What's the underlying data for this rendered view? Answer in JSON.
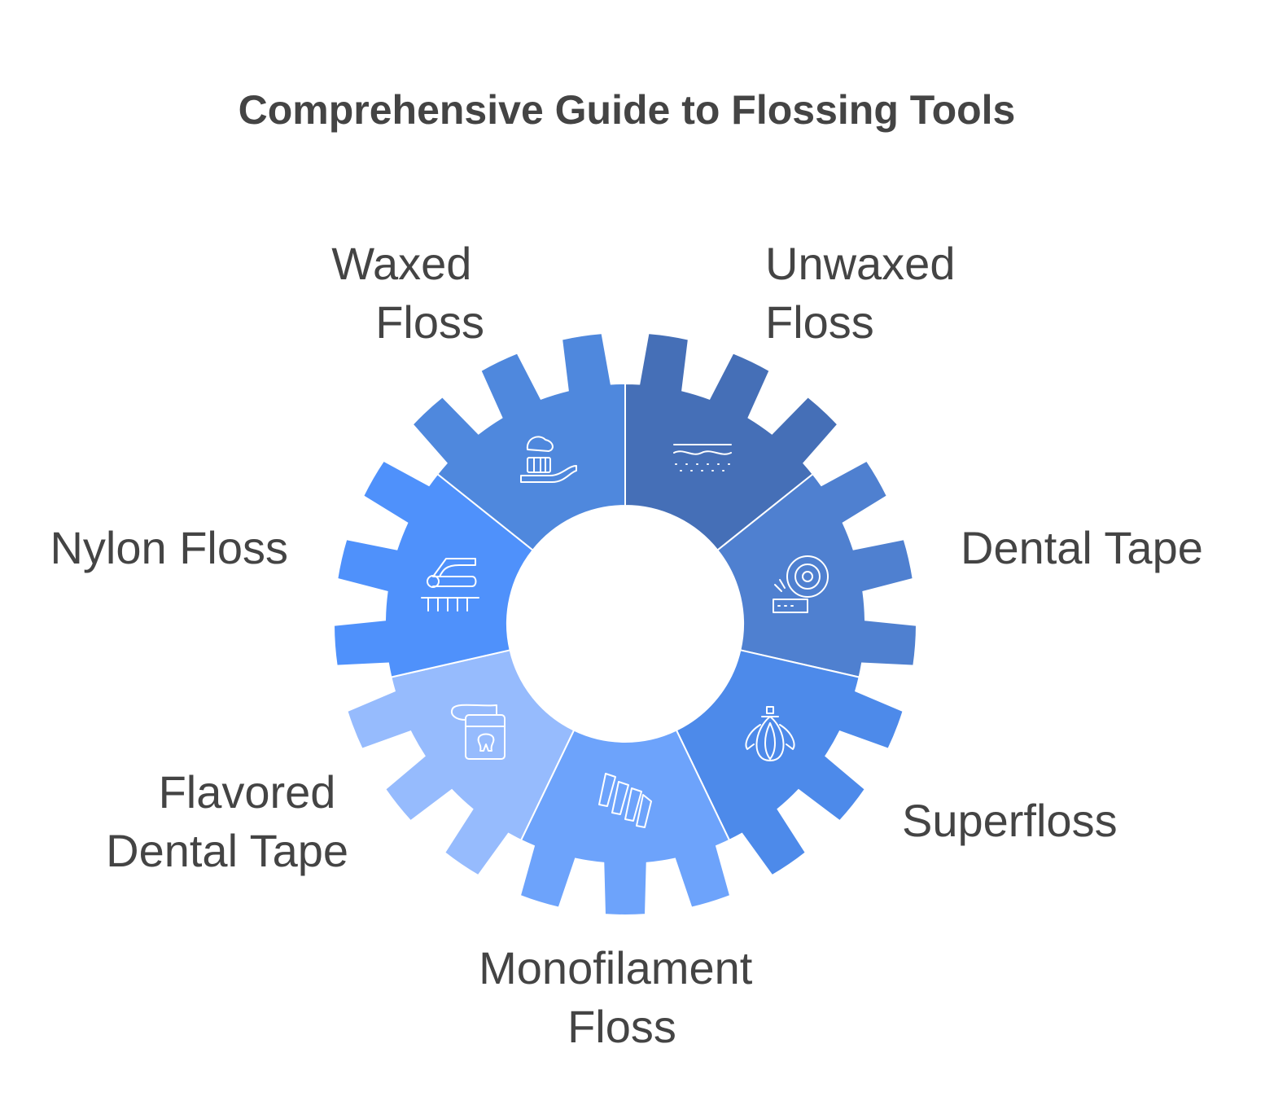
{
  "title": "Comprehensive Guide to Flossing Tools",
  "segments": [
    {
      "label_lines": [
        "Waxed",
        "Floss"
      ],
      "icon": "toothbrush-toothpaste-icon",
      "color": "#456FB7"
    },
    {
      "label_lines": [
        "Unwaxed",
        "Floss"
      ],
      "icon": "wave-line-icon",
      "color": "#4F80D0"
    },
    {
      "label_lines": [
        "Dental Tape"
      ],
      "icon": "tape-roll-icon",
      "color": "#4D8AEA"
    },
    {
      "label_lines": [
        "Superfloss"
      ],
      "icon": "brush-tuft-icon",
      "color": "#6DA3FB"
    },
    {
      "label_lines": [
        "Monofilament",
        "Floss"
      ],
      "icon": "twisted-strands-icon",
      "color": "#96BBFD"
    },
    {
      "label_lines": [
        "Flavored",
        "Dental Tape"
      ],
      "icon": "floss-container-icon",
      "color": "#4F91FB"
    },
    {
      "label_lines": [
        "Nylon Floss"
      ],
      "icon": "nylon-brush-icon",
      "color": "#4F88DD"
    }
  ]
}
